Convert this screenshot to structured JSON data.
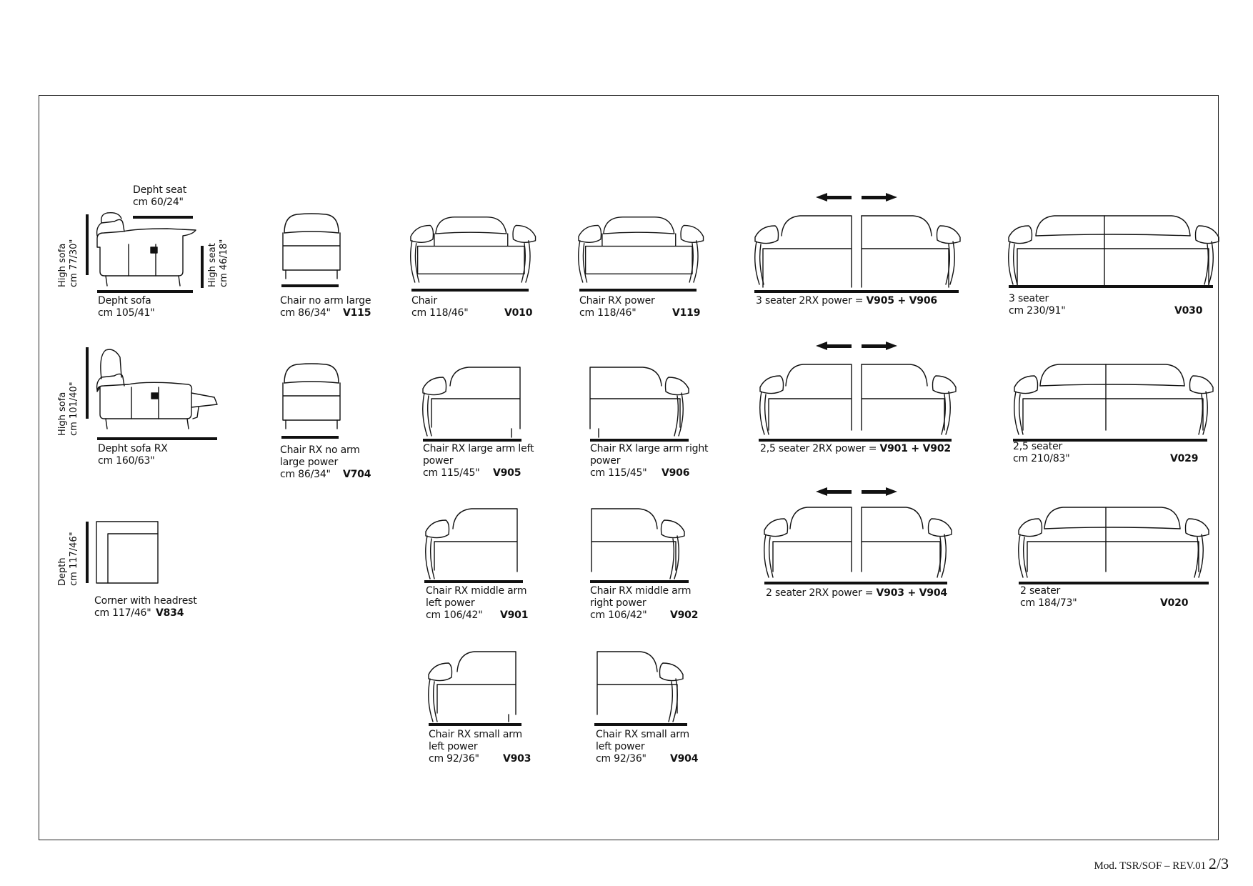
{
  "page": {
    "footer_mod": "Mod. TSR/SOF – REV.01",
    "footer_page": "2/3"
  },
  "dims": {
    "depth_seat_1": "Depht seat",
    "depth_seat_2": "cm 60/24\"",
    "high_sofa_1": "High sofa",
    "high_sofa_2": "cm 77/30\"",
    "high_seat_1": "High seat",
    "high_seat_2": "cm 46/18\"",
    "depth_sofa_1": "Depht sofa",
    "depth_sofa_2": "cm 105/41\"",
    "high_sofa_rx_1": "High sofa",
    "high_sofa_rx_2": "cm 101/40\"",
    "depth_sofa_rx_1": "Depht sofa RX",
    "depth_sofa_rx_2": "cm 160/63\"",
    "depth_1": "Depth",
    "depth_2": "cm 117/46\""
  },
  "items": {
    "v115": {
      "l1": "Chair no arm large",
      "l2": "cm 86/34\"",
      "code": "V115"
    },
    "v010": {
      "l1": "Chair",
      "l2": "cm 118/46\"",
      "code": "V010"
    },
    "v119": {
      "l1": "Chair RX power",
      "l2": "cm 118/46\"",
      "code": "V119"
    },
    "v905_906": {
      "text": "3 seater 2RX power = ",
      "code": "V905 + V906"
    },
    "v030": {
      "l1": "3 seater",
      "l2": "cm 230/91\"",
      "code": "V030"
    },
    "v704": {
      "l1": "Chair RX no arm",
      "l2": "large power",
      "l3": "cm 86/34\"",
      "code": "V704"
    },
    "v905": {
      "l1": "Chair RX large arm left",
      "l2": "power",
      "l3": "cm 115/45\"",
      "code": "V905"
    },
    "v906": {
      "l1": "Chair RX large arm right",
      "l2": "power",
      "l3": "cm 115/45\"",
      "code": "V906"
    },
    "v901_902": {
      "text": "2,5 seater 2RX power = ",
      "code": "V901 + V902"
    },
    "v029": {
      "l1": "2,5 seater",
      "l2": "cm 210/83\"",
      "code": "V029"
    },
    "v834": {
      "l1": "Corner with headrest",
      "l2": "cm 117/46\"",
      "code": "V834"
    },
    "v901": {
      "l1": "Chair RX middle arm",
      "l2": "left power",
      "l3": "cm 106/42\"",
      "code": "V901"
    },
    "v902": {
      "l1": "Chair RX middle arm",
      "l2": "right power",
      "l3": "cm 106/42\"",
      "code": "V902"
    },
    "v903_904": {
      "text": "2 seater 2RX power = ",
      "code": "V903 + V904"
    },
    "v020": {
      "l1": "2 seater",
      "l2": "cm 184/73\"",
      "code": "V020"
    },
    "v903": {
      "l1": "Chair RX small arm",
      "l2": "left power",
      "l3": "cm 92/36\"",
      "code": "V903"
    },
    "v904": {
      "l1": "Chair RX small arm",
      "l2": "left power",
      "l3": "cm 92/36\"",
      "code": "V904"
    }
  }
}
